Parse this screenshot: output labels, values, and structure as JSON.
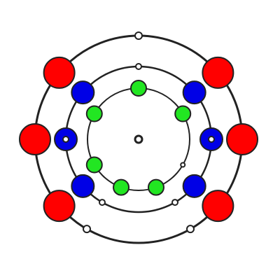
{
  "diagram": {
    "colors": {
      "stroke": "#222222",
      "background": "#ffffff",
      "outer_ring_balls": "#ff0000",
      "middle_ring_balls": "#0000e6",
      "inner_ring_balls": "#22e622",
      "marker_fill": "#ffffff"
    },
    "rings": [
      {
        "name": "outer",
        "balls": {
          "count": 6,
          "color_key": "outer_ring_balls",
          "angles_deg": [
            -40,
            -140,
            180,
            0,
            40,
            140
          ]
        },
        "markers": {
          "count": 3,
          "angles_deg": [
            -90,
            60,
            120
          ]
        }
      },
      {
        "name": "middle",
        "balls": {
          "count": 6,
          "color_key": "middle_ring_balls",
          "angles_deg": [
            -40,
            -140,
            180,
            0,
            40,
            140
          ]
        },
        "markers": {
          "count": 5,
          "angles_deg": [
            -90,
            0,
            180,
            60,
            120
          ]
        }
      },
      {
        "name": "inner",
        "balls": {
          "count": 6,
          "color_key": "inner_ring_balls",
          "angles_deg": [
            -90,
            -30,
            -150,
            150,
            70,
            110
          ]
        },
        "markers": {
          "count": 1,
          "angles_deg": [
            30
          ]
        }
      }
    ],
    "center": {
      "name": "nucleus"
    }
  }
}
